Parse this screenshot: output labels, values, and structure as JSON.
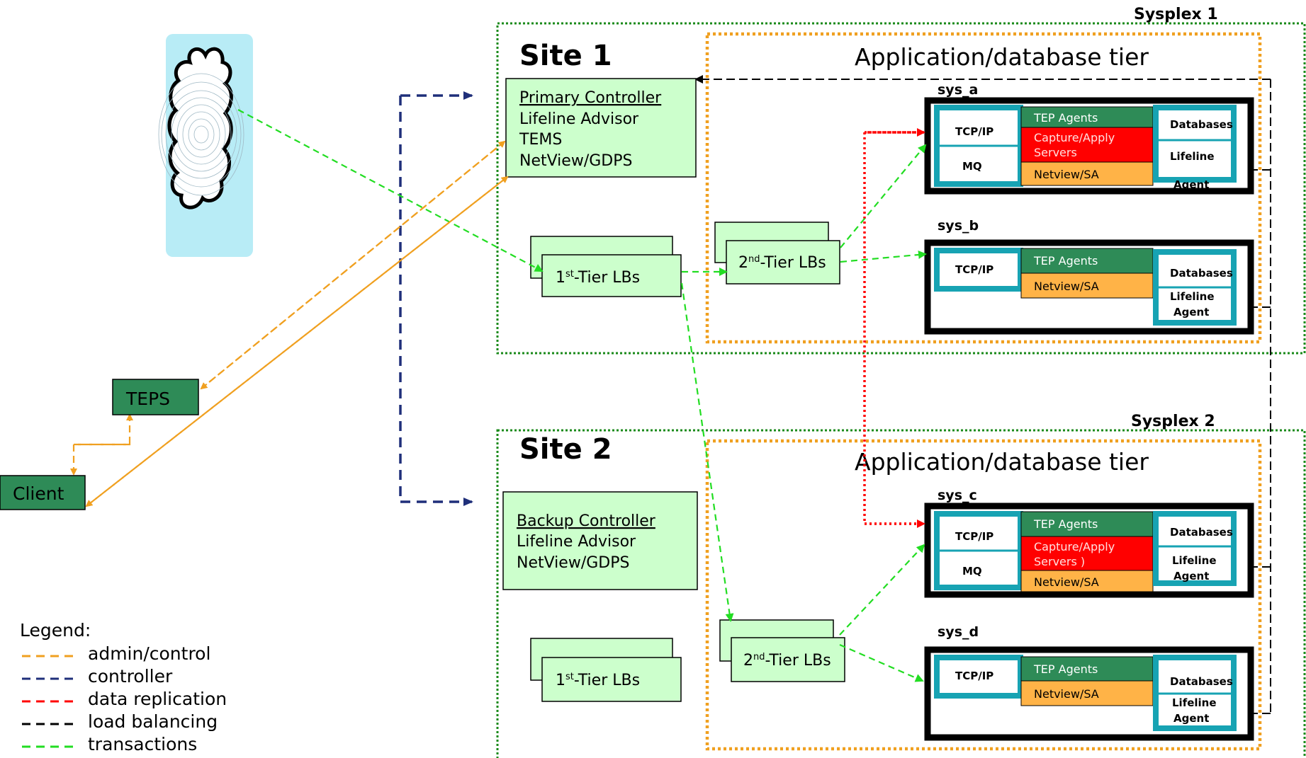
{
  "sysplex1": {
    "label": "Sysplex 1"
  },
  "sysplex2": {
    "label": "Sysplex 2"
  },
  "site1": {
    "title": "Site 1",
    "tier_title": "Application/database tier",
    "controller": {
      "title": "Primary Controller",
      "lines": [
        "Lifeline Advisor",
        "TEMS",
        "NetView/GDPS"
      ]
    },
    "tier1": {
      "pre": "1",
      "sup": "st",
      "post": "-Tier LBs"
    },
    "tier2": {
      "pre": "2",
      "sup": "nd",
      "post": "-Tier LBs"
    }
  },
  "site2": {
    "title": "Site 2",
    "tier_title": "Application/database tier",
    "controller": {
      "title": "Backup Controller",
      "lines": [
        "Lifeline Advisor",
        "NetView/GDPS"
      ]
    },
    "tier1": {
      "pre": "1",
      "sup": "st",
      "post": "-Tier LBs"
    },
    "tier2": {
      "pre": "2",
      "sup": "nd",
      "post": "-Tier LBs"
    }
  },
  "systems": {
    "sys_a": {
      "label": "sys_a",
      "tcpip": "TCP/IP",
      "mq": "MQ",
      "tep": "TEP Agents",
      "capture": [
        "Capture/Apply",
        "Servers"
      ],
      "netview": "Netview/SA",
      "databases": "Databases",
      "lifeline": [
        "Lifeline",
        "Agent"
      ]
    },
    "sys_b": {
      "label": "sys_b",
      "tcpip": "TCP/IP",
      "tep": "TEP Agents",
      "netview": "Netview/SA",
      "databases": "Databases",
      "lifeline": [
        "Lifeline",
        "Agent"
      ]
    },
    "sys_c": {
      "label": "sys_c",
      "tcpip": "TCP/IP",
      "mq": "MQ",
      "tep": "TEP Agents",
      "capture": [
        "Capture/Apply",
        "Servers )"
      ],
      "netview": "Netview/SA",
      "databases": "Databases",
      "lifeline": [
        "Lifeline",
        "Agent"
      ]
    },
    "sys_d": {
      "label": "sys_d",
      "tcpip": "TCP/IP",
      "tep": "TEP Agents",
      "netview": "Netview/SA",
      "databases": "Databases",
      "lifeline": [
        "Lifeline",
        "Agent"
      ]
    }
  },
  "teps": {
    "label": "TEPS"
  },
  "client": {
    "label": "Client"
  },
  "legend": {
    "title": "Legend:",
    "items": [
      {
        "label": "admin/control",
        "color": "#f0a020"
      },
      {
        "label": "controller",
        "color": "#1f2f7a"
      },
      {
        "label": "data replication",
        "color": "#ff0000"
      },
      {
        "label": "load balancing",
        "color": "#000000"
      },
      {
        "label": "transactions",
        "color": "#22dd22"
      }
    ]
  },
  "colors": {
    "light_green": "#ccffcc",
    "dark_green": "#2e8b57",
    "teal": "#17a3b3",
    "red": "#ff0000",
    "orange_fill": "#ffb347",
    "orange_line": "#f0a020",
    "navy": "#1f2f7a",
    "green_line": "#22dd22",
    "sysplex_green": "#1a8a1a",
    "cloud_bg": "#b8ecf6"
  }
}
